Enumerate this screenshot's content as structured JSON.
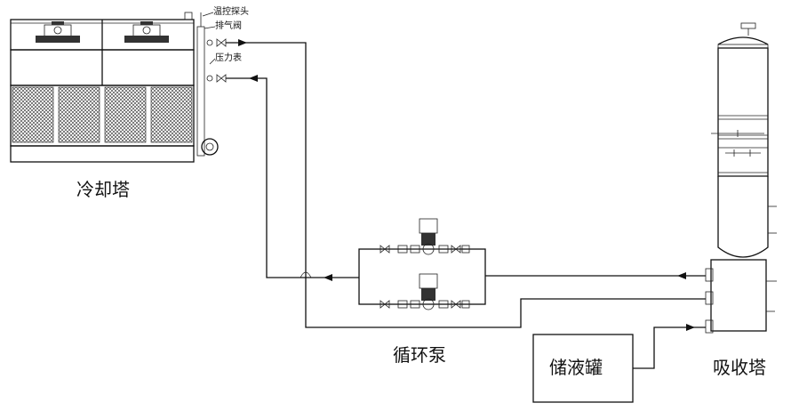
{
  "labels": {
    "cooling_tower": "冷却塔",
    "temp_probe": "温控探头",
    "exhaust_valve": "排气阀",
    "pressure_gauge": "压力表",
    "circulation_pump": "循环泵",
    "storage_tank": "储液罐",
    "absorption_tower": "吸收塔"
  },
  "colors": {
    "line": "#111111",
    "background": "#ffffff"
  }
}
